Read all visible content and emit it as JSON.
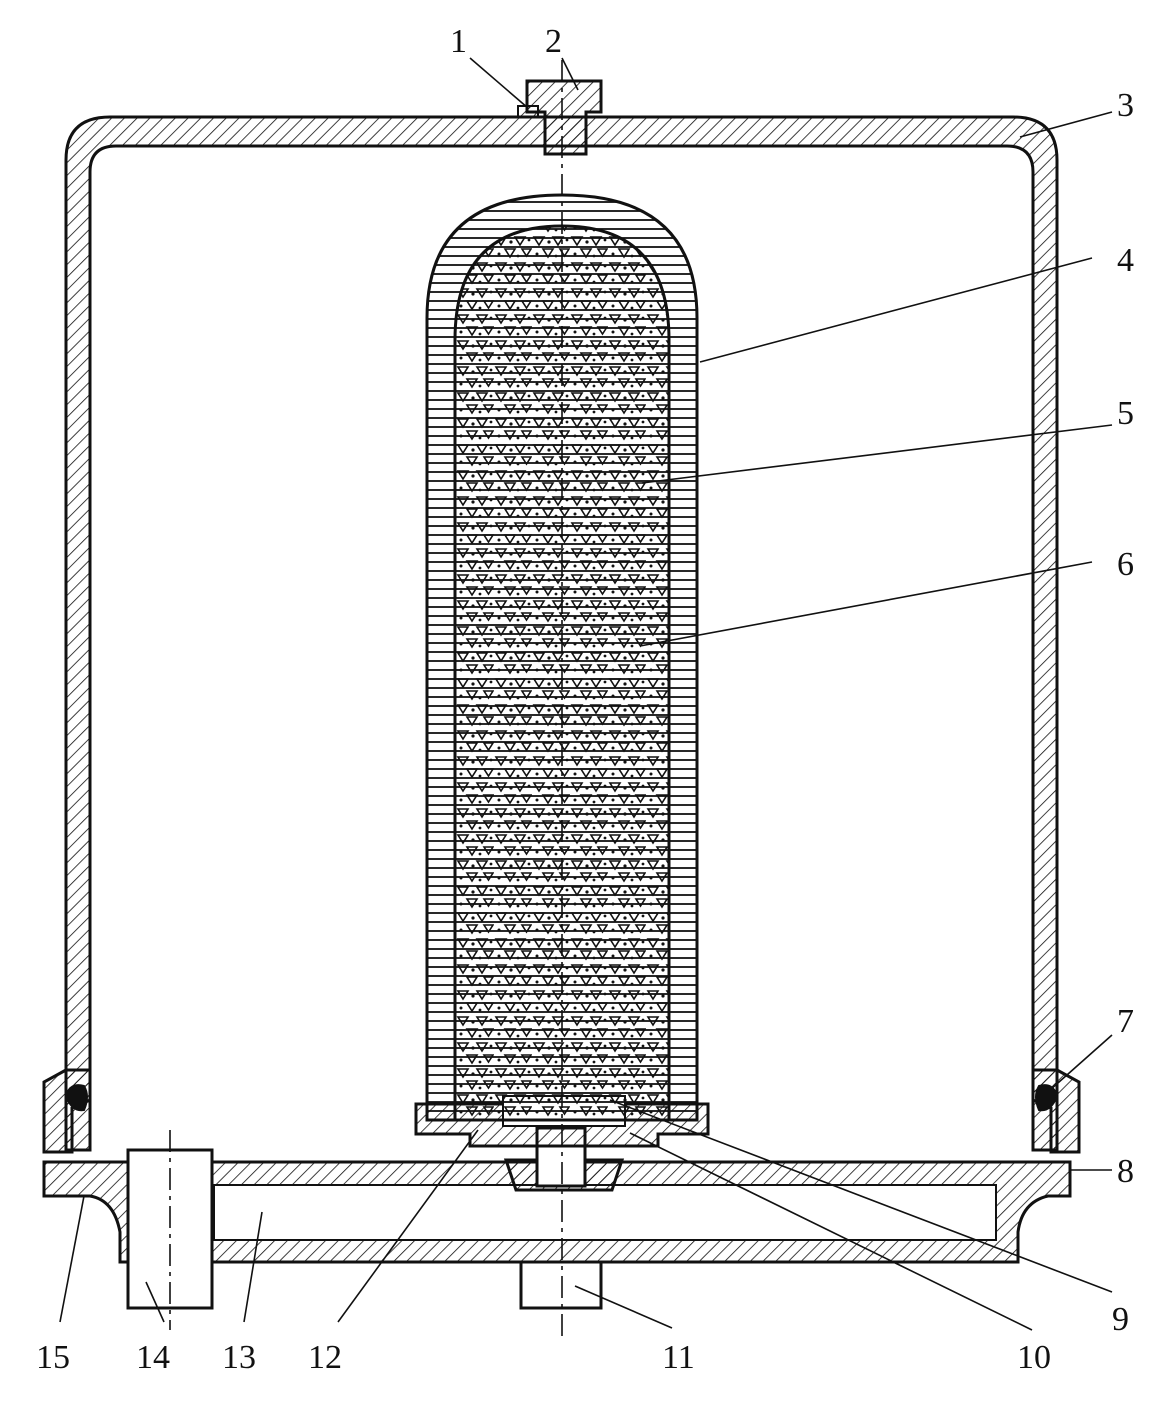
{
  "figure": {
    "callouts": [
      "1",
      "2",
      "3",
      "4",
      "5",
      "6",
      "7",
      "8",
      "9",
      "10",
      "11",
      "12",
      "13",
      "14",
      "15"
    ]
  },
  "colors": {
    "ink": "#111111",
    "paper": "#ffffff",
    "fill_light": "#f4f4f4"
  }
}
